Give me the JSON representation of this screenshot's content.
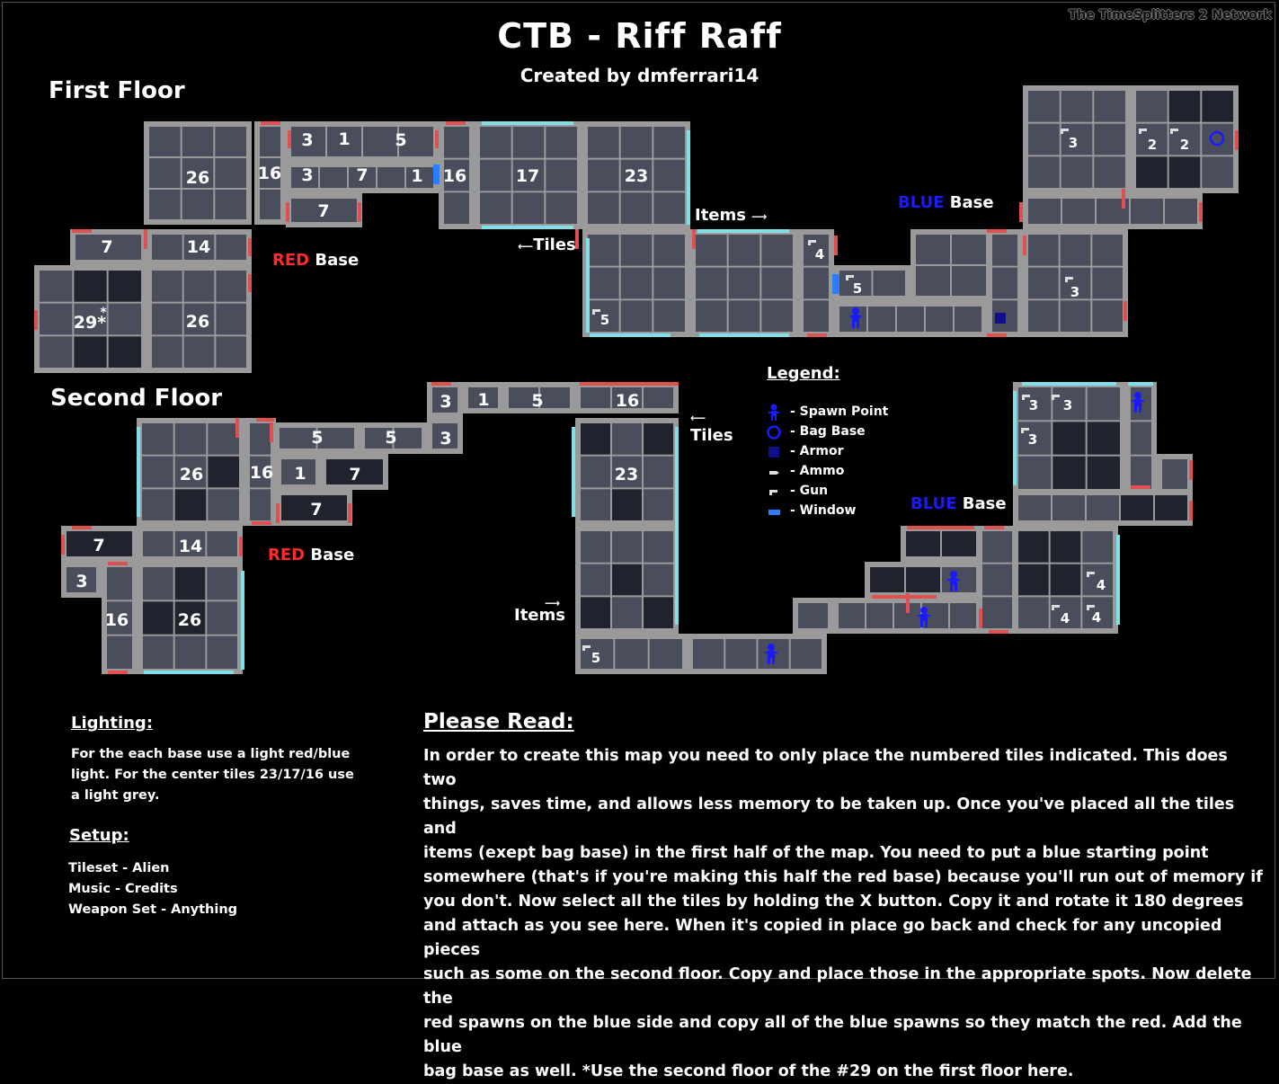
{
  "header": {
    "title": "CTB - Riff Raff",
    "subtitle": "Created by dmferrari14",
    "watermark": "The TimeSplitters 2 Network"
  },
  "first_floor": {
    "label": "First Floor",
    "red_base": {
      "word": "RED",
      "rest": "Base"
    },
    "blue_base": {
      "word": "BLUE",
      "rest": "Base"
    },
    "items_label": "Items",
    "tiles_label": "Tiles",
    "tile_numbers": [
      "26",
      "16",
      "3",
      "1",
      "5",
      "3",
      "7",
      "1",
      "16",
      "17",
      "23",
      "7",
      "7",
      "14",
      "29*",
      "26",
      "4",
      "5",
      "5",
      "3",
      "2",
      "2",
      "3"
    ]
  },
  "second_floor": {
    "label": "Second Floor",
    "red_base": {
      "word": "RED",
      "rest": "Base"
    },
    "blue_base": {
      "word": "BLUE",
      "rest": "Base"
    },
    "items_label": "Items",
    "tiles_label": "Tiles",
    "tile_numbers": [
      "3",
      "1",
      "5",
      "16",
      "5",
      "5",
      "3",
      "26",
      "16",
      "1",
      "7",
      "7",
      "23",
      "7",
      "14",
      "3",
      "16",
      "26",
      "5",
      "3",
      "3",
      "3",
      "4",
      "4",
      "4"
    ]
  },
  "legend": {
    "title": "Legend:",
    "items": [
      {
        "icon": "spawn-point-icon",
        "label": "- Spawn Point"
      },
      {
        "icon": "bag-base-icon",
        "label": "- Bag Base"
      },
      {
        "icon": "armor-icon",
        "label": "- Armor"
      },
      {
        "icon": "ammo-icon",
        "label": "- Ammo"
      },
      {
        "icon": "gun-icon",
        "label": "- Gun"
      },
      {
        "icon": "window-icon",
        "label": "- Window"
      }
    ]
  },
  "lighting": {
    "heading": "Lighting:",
    "lines": [
      "For the each base use a light red/blue",
      "light.  For the center tiles 23/17/16 use",
      "a light grey."
    ]
  },
  "setup": {
    "heading": "Setup:",
    "lines": [
      "Tileset - Alien",
      "Music - Credits",
      "Weapon Set - Anything"
    ]
  },
  "please_read": {
    "heading": "Please Read:",
    "lines": [
      "In order to create this map you need to only place the numbered tiles indicated.  This does two",
      "things, saves time, and allows less memory to be taken up.  Once you've placed all the tiles and",
      "items (exept bag base) in the first half of the map.  You need to put a blue starting point",
      "somewhere (that's if you're making this half the red base) because you'll run out of memory if",
      "you don't.  Now select all the tiles by holding the X button.  Copy it and rotate it 180 degrees",
      "and attach as you see here.  When it's copied in place go back and check for any uncopied pieces",
      "such as some on the second floor.  Copy and place those in the appropriate spots.  Now delete the",
      "red spawns on the blue side and copy all of the blue spawns so they match the red.  Add the blue",
      "bag base as well.  *Use the second floor of the #29 on the first floor here."
    ]
  },
  "colors": {
    "background": "#000000",
    "wall": "#9a9a9a",
    "floor": "#4a4d5c",
    "floor_dark": "#20232e",
    "door": "#e05050",
    "glass": "#7fe0e8",
    "window": "#2a7fff",
    "blue_marker": "#1a1aff"
  }
}
